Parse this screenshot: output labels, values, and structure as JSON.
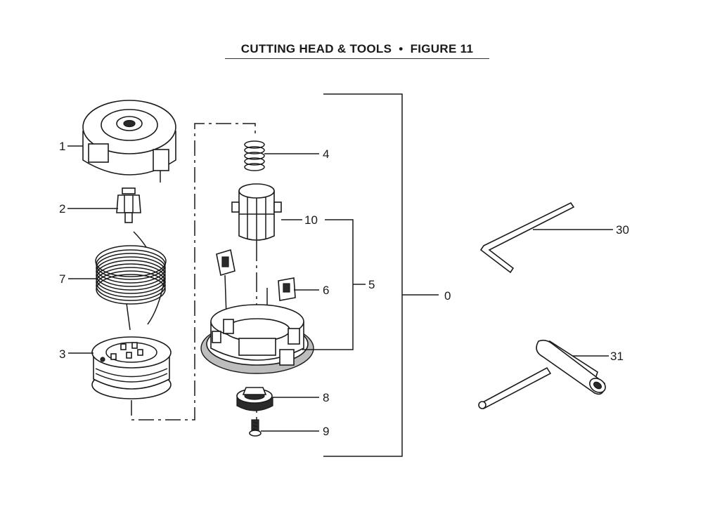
{
  "figure": {
    "title_left": "CUTTING HEAD & TOOLS",
    "title_sep": "•",
    "title_right": "FIGURE 11"
  },
  "callouts": {
    "c1": "1",
    "c2": "2",
    "c3": "3",
    "c4": "4",
    "c5": "5",
    "c6": "6",
    "c7": "7",
    "c8": "8",
    "c9": "9",
    "c10": "10",
    "c0": "0",
    "c30": "30",
    "c31": "31"
  }
}
